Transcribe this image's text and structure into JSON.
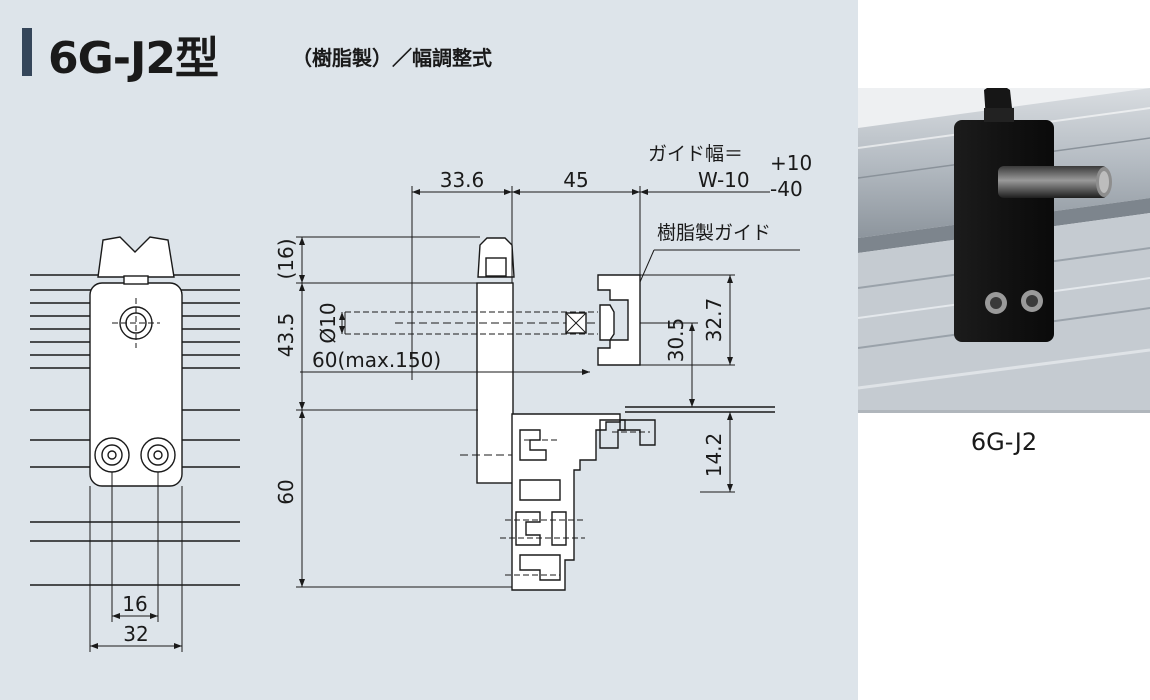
{
  "title": {
    "model": "6G-J2型",
    "subtitle": "（樹脂製）／幅調整式"
  },
  "drawing": {
    "front_view": {
      "dim_16": "16",
      "dim_32": "32"
    },
    "side_view": {
      "dim_33_6": "33.6",
      "dim_45": "45",
      "guide_width_label": "ガイド幅＝",
      "guide_width_formula": "W-10",
      "tolerance_plus": "+10",
      "tolerance_minus": "-40",
      "resin_guide_label": "樹脂製ガイド",
      "dim_16_paren": "(16)",
      "dim_43_5": "43.5",
      "dim_phi10": "Ø10",
      "dim_60_max": "60(max.150)",
      "dim_30_5": "30.5",
      "dim_32_7": "32.7",
      "dim_14_2": "14.2",
      "dim_60": "60"
    }
  },
  "photo": {
    "caption": "6G-J2"
  }
}
